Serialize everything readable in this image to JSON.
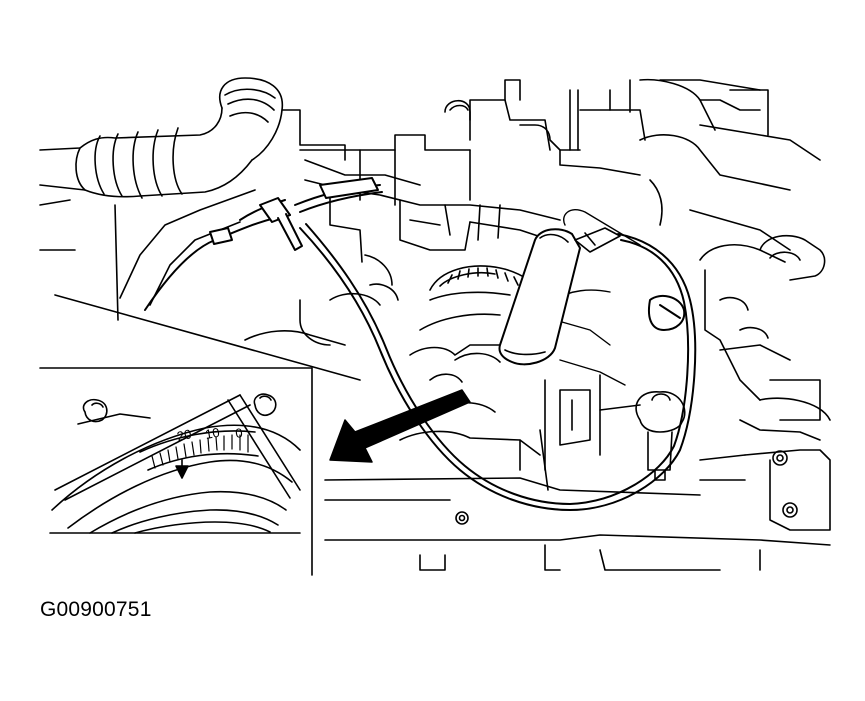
{
  "figure": {
    "id_label": "G00900751"
  },
  "inset": {
    "scale_labels": [
      "20",
      "10",
      "0"
    ]
  },
  "colors": {
    "ink": "#000000",
    "paper": "#ffffff"
  }
}
